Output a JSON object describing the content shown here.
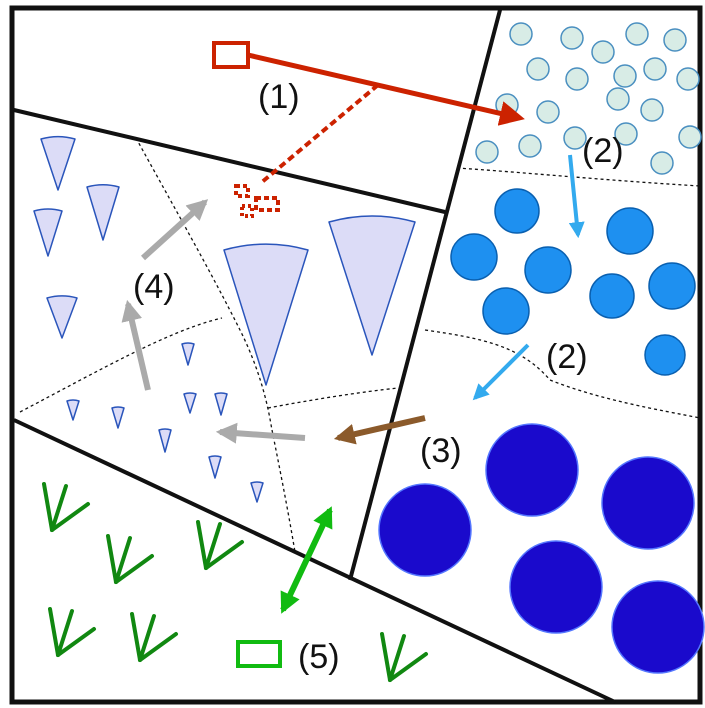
{
  "labels": {
    "step1": "(1)",
    "step2a": "(2)",
    "step2b": "(2)",
    "step3": "(3)",
    "step4": "(4)",
    "step5": "(5)"
  },
  "colors": {
    "outline": "#111111",
    "red_marker": "#cc2200",
    "light_blue_arrow": "#33aaee",
    "pale_circle_fill": "#d8ece6",
    "pale_circle_stroke": "#4a8fc0",
    "mid_circle_fill": "#1e90f0",
    "mid_circle_stroke": "#0a60b0",
    "dark_circle_fill": "#1a0acc",
    "dark_circle_stroke": "#5577ff",
    "cone_fill": "#dcdcf7",
    "cone_stroke": "#2a55bb",
    "gray_arrow": "#aaaaaa",
    "brown_arrow": "#8b5a2b",
    "grass_green": "#118811",
    "green_arrow": "#11bb11"
  }
}
